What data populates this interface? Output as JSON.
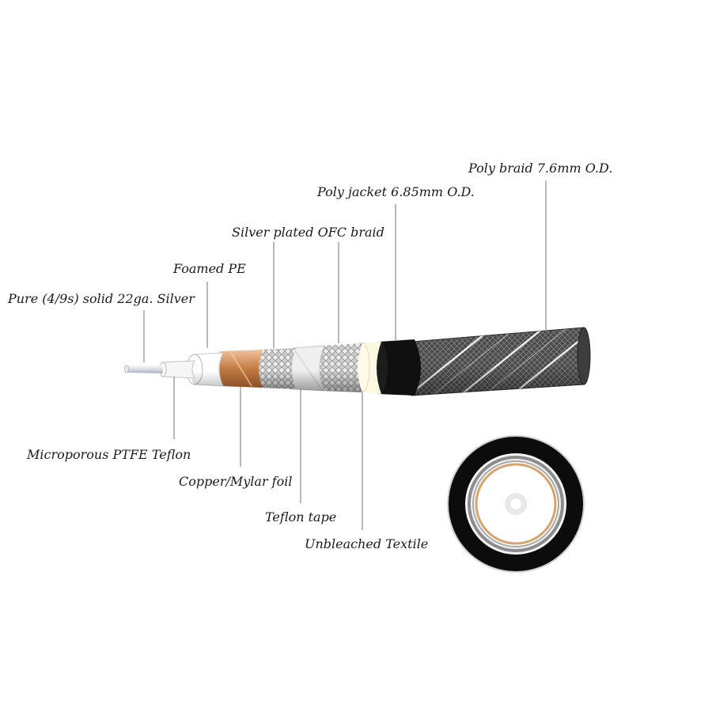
{
  "labels": {
    "conductor": "Pure (4/9s) solid 22ga. Silver",
    "foamed_pe": "Foamed PE",
    "ofc_braid": "Silver plated OFC braid",
    "poly_jacket": "Poly jacket 6.85mm O.D.",
    "poly_braid": "Poly braid 7.6mm O.D.",
    "ptfe": "Microporous PTFE Teflon",
    "foil": "Copper/Mylar foil",
    "teflon_tape": "Teflon tape",
    "textile": "Unbleached Textile"
  },
  "colors": {
    "conductor": "#e4e8ec",
    "ptfe": "#f4f4f4",
    "foamed_pe": "#ffffff",
    "copper": "#c9844e",
    "braid": "#c8c8c8",
    "teflon_tape": "#eeeeee",
    "textile": "#fbf7e3",
    "jacket": "#111111",
    "poly_braid": "#555555",
    "leader": "#8a8a8a"
  }
}
